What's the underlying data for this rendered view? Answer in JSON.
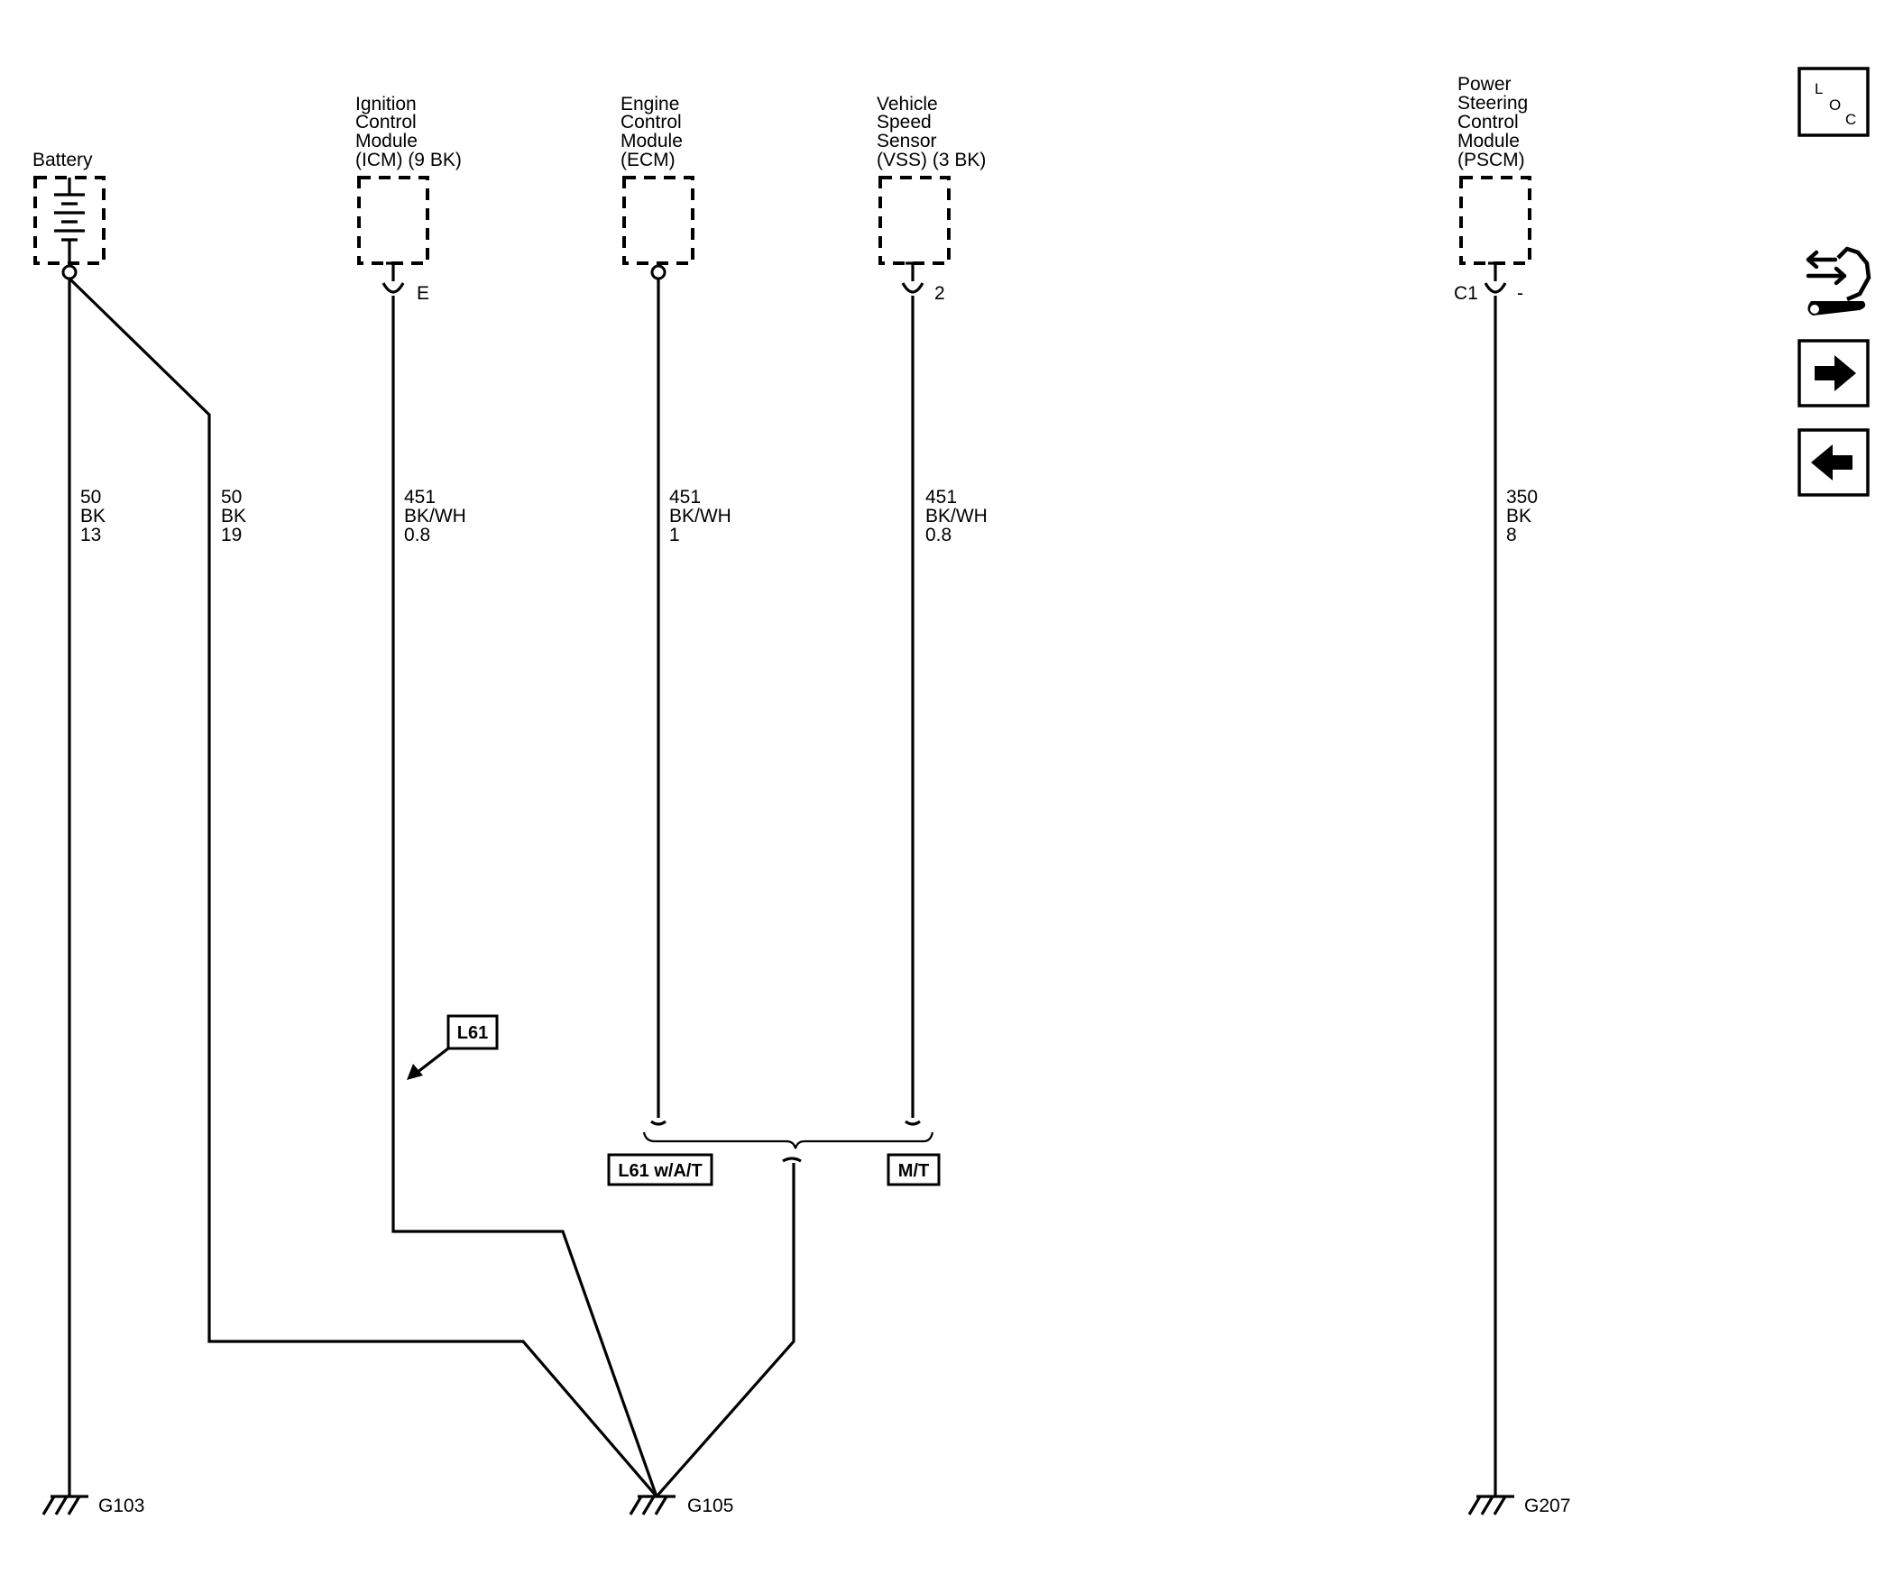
{
  "components": {
    "battery": {
      "lines": [
        "Battery"
      ]
    },
    "icm": {
      "lines": [
        "Ignition",
        "Control",
        "Module",
        "(ICM) (9 BK)"
      ],
      "pin": "E"
    },
    "ecm": {
      "lines": [
        "Engine",
        "Control",
        "Module",
        "(ECM)"
      ]
    },
    "vss": {
      "lines": [
        "Vehicle",
        "Speed",
        "Sensor",
        "(VSS) (3 BK)"
      ],
      "pin": "2"
    },
    "pscm": {
      "lines": [
        "Power",
        "Steering",
        "Control",
        "Module",
        "(PSCM)"
      ],
      "connector": "C1",
      "pin": "-"
    }
  },
  "wires": {
    "battery_a": [
      "50",
      "BK",
      "13"
    ],
    "battery_b": [
      "50",
      "BK",
      "19"
    ],
    "icm": [
      "451",
      "BK/WH",
      "0.8"
    ],
    "ecm": [
      "451",
      "BK/WH",
      "1"
    ],
    "vss": [
      "451",
      "BK/WH",
      "0.8"
    ],
    "pscm": [
      "350",
      "BK",
      "8"
    ]
  },
  "options": {
    "l61": "L61",
    "l61_at": "L61 w/A/T",
    "mt": "M/T"
  },
  "grounds": {
    "g103": "G103",
    "g105": "G105",
    "g207": "G207"
  },
  "nav": {
    "loc_l": "L",
    "loc_o": "O",
    "loc_c": "C"
  }
}
